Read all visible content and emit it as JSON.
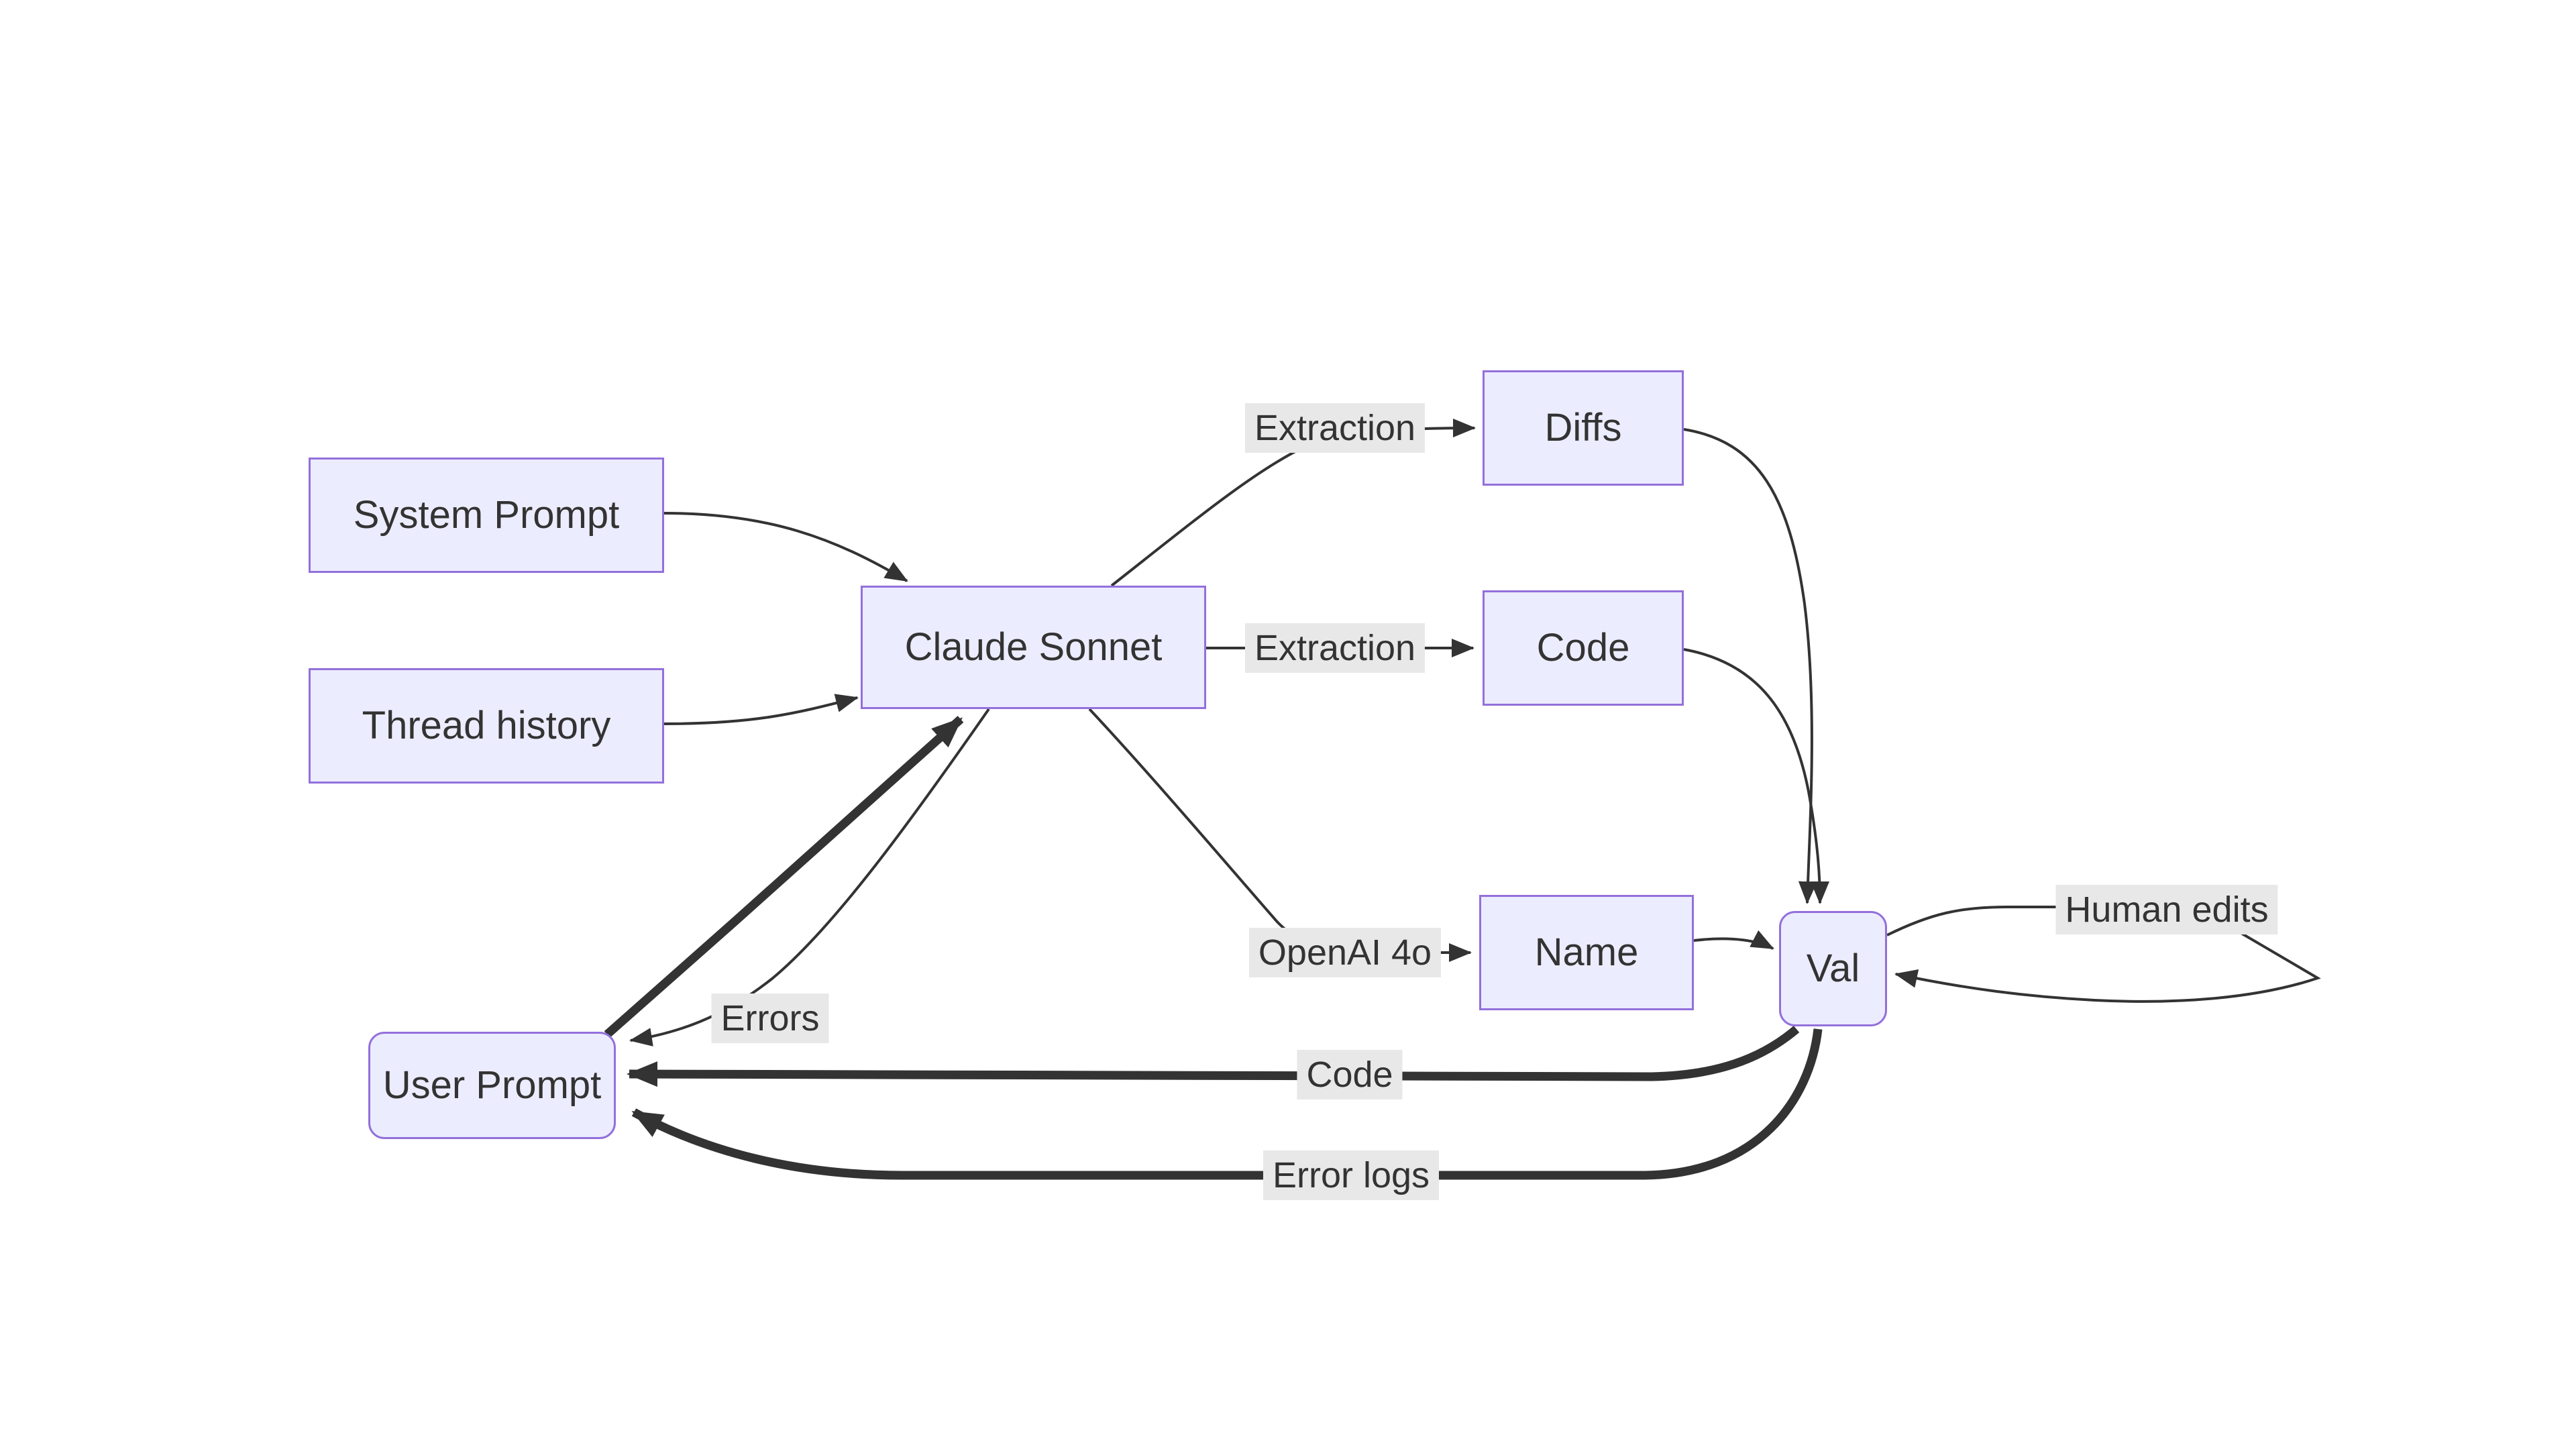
{
  "diagram": {
    "type": "flowchart",
    "colors": {
      "node_fill": "#ECECFF",
      "node_border": "#9370DB",
      "edge_color": "#333333",
      "text_color": "#333333",
      "label_bg": "#e8e8e8",
      "page_bg": "#ffffff"
    },
    "nodes": [
      {
        "id": "system-prompt",
        "label": "System Prompt",
        "shape": "rect"
      },
      {
        "id": "thread-history",
        "label": "Thread history",
        "shape": "rect"
      },
      {
        "id": "claude-sonnet",
        "label": "Claude Sonnet",
        "shape": "rect"
      },
      {
        "id": "diffs",
        "label": "Diffs",
        "shape": "rect"
      },
      {
        "id": "code",
        "label": "Code",
        "shape": "rect"
      },
      {
        "id": "name",
        "label": "Name",
        "shape": "rect"
      },
      {
        "id": "val",
        "label": "Val",
        "shape": "rounded"
      },
      {
        "id": "user-prompt",
        "label": "User Prompt",
        "shape": "rounded"
      }
    ],
    "edges": [
      {
        "from": "system-prompt",
        "to": "claude-sonnet",
        "label": "",
        "thick": false
      },
      {
        "from": "thread-history",
        "to": "claude-sonnet",
        "label": "",
        "thick": false
      },
      {
        "from": "user-prompt",
        "to": "claude-sonnet",
        "label": "",
        "thick": true
      },
      {
        "from": "claude-sonnet",
        "to": "user-prompt",
        "label": "Errors",
        "thick": false
      },
      {
        "from": "claude-sonnet",
        "to": "diffs",
        "label": "Extraction",
        "thick": false
      },
      {
        "from": "claude-sonnet",
        "to": "code",
        "label": "Extraction",
        "thick": false
      },
      {
        "from": "claude-sonnet",
        "to": "name",
        "label": "OpenAI 4o",
        "thick": false
      },
      {
        "from": "diffs",
        "to": "val",
        "label": "",
        "thick": false
      },
      {
        "from": "code",
        "to": "val",
        "label": "",
        "thick": false
      },
      {
        "from": "name",
        "to": "val",
        "label": "",
        "thick": false
      },
      {
        "from": "val",
        "to": "val",
        "label": "Human edits",
        "thick": false
      },
      {
        "from": "val",
        "to": "user-prompt",
        "label": "Code",
        "thick": true
      },
      {
        "from": "val",
        "to": "user-prompt",
        "label": "Error logs",
        "thick": true
      }
    ]
  }
}
